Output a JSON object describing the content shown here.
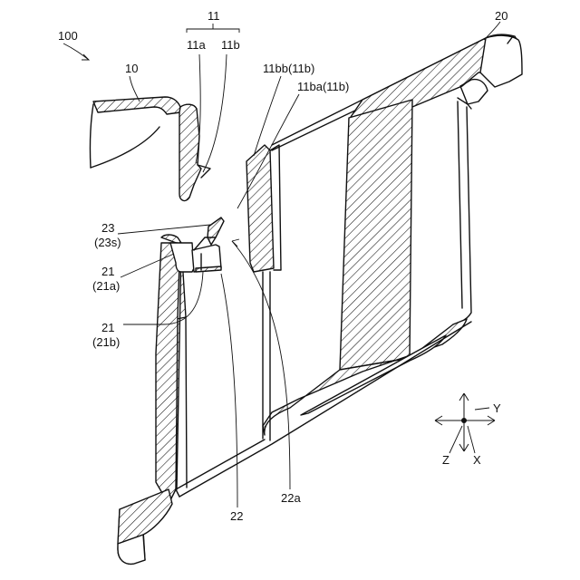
{
  "labels": {
    "ref_100": "100",
    "ref_11": "11",
    "ref_11a": "11a",
    "ref_11b": "11b",
    "ref_10": "10",
    "ref_11bb": "11bb(11b)",
    "ref_11ba": "11ba(11b)",
    "ref_20": "20",
    "ref_23": "23",
    "ref_23s": "(23s)",
    "ref_21_top": "21",
    "ref_21a": "(21a)",
    "ref_21_bottom": "21",
    "ref_21b": "(21b)",
    "ref_22": "22",
    "ref_22a": "22a"
  },
  "axes": {
    "y_label": "Y",
    "z_label": "Z",
    "x_label": "X"
  }
}
